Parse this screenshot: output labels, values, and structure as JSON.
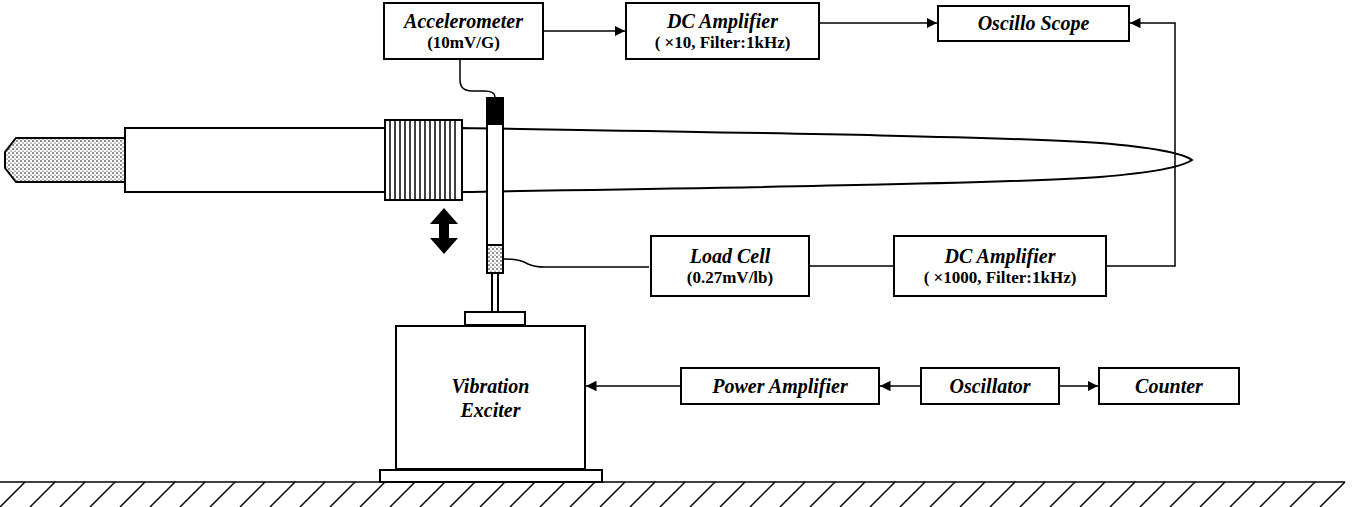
{
  "diagram": {
    "nodes": [
      {
        "text": [
          "Accelerometer",
          "(10mV/G)"
        ]
      },
      {
        "text": [
          "DC Amplifier",
          "( ×10, Filter:1kHz)"
        ]
      },
      {
        "text": [
          "Oscillo Scope"
        ]
      },
      {
        "text": [
          "Load Cell",
          "(0.27mV/lb)"
        ]
      },
      {
        "text": [
          "DC Amplifier",
          "( ×1000, Filter:1kHz)"
        ]
      },
      {
        "text": [
          "Vibration Exciter"
        ]
      },
      {
        "text": [
          "Power Amplifier"
        ]
      },
      {
        "text": [
          "Oscillator"
        ]
      },
      {
        "text": [
          "Counter"
        ]
      }
    ],
    "edges": [
      {
        "from": 0,
        "to": 1,
        "arrow": "to"
      },
      {
        "from": 1,
        "to": 2,
        "arrow": "to"
      },
      {
        "from": 3,
        "to": 4,
        "arrow": "none"
      },
      {
        "from": 4,
        "to": 2,
        "arrow": "to"
      },
      {
        "from": 6,
        "to": 5,
        "arrow": "to"
      },
      {
        "from": 7,
        "to": 6,
        "arrow": "to"
      },
      {
        "from": 7,
        "to": 8,
        "arrow": "to"
      }
    ]
  }
}
